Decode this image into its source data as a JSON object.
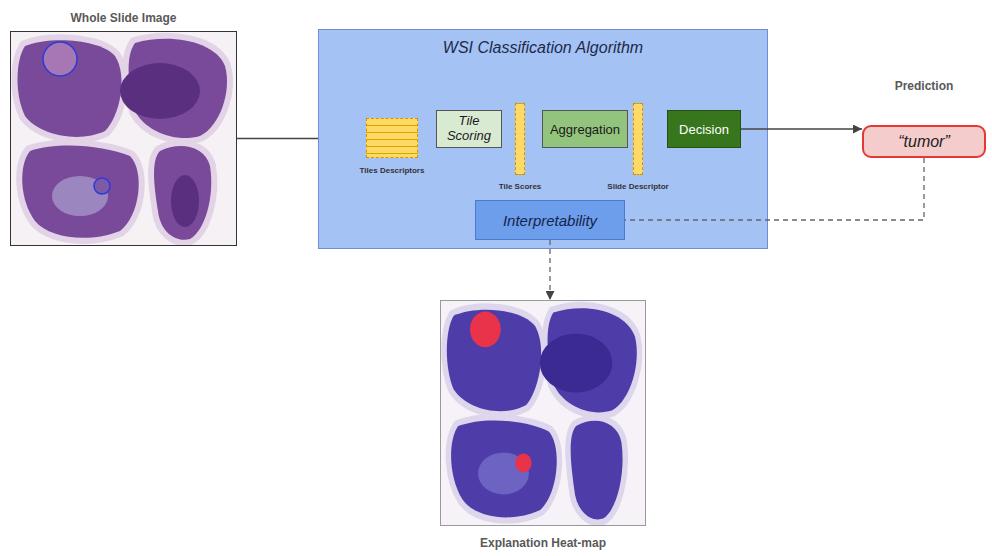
{
  "diagram": {
    "nodes": [
      {
        "text": [
          "Whole Slide Image"
        ]
      },
      {
        "text": [
          "WSI Classification Algorithm"
        ]
      },
      {
        "text": [
          "Tiles Descriptors"
        ],
        "in": 1
      },
      {
        "text": [
          "Tile Scoring"
        ],
        "in": 1
      },
      {
        "text": [
          "Tile Scores"
        ],
        "in": 1
      },
      {
        "text": [
          "Aggregation"
        ],
        "in": 1
      },
      {
        "text": [
          "Slide Descriptor"
        ],
        "in": 1
      },
      {
        "text": [
          "Decision"
        ],
        "in": 1
      },
      {
        "text": [
          "Interpretability"
        ],
        "in": 1
      },
      {
        "text": [
          "Prediction",
          "“tumor”"
        ]
      },
      {
        "text": [
          "Explanation Heat-map"
        ]
      }
    ],
    "edges": [
      {
        "from": 0,
        "to": 1,
        "arrow": "none"
      },
      {
        "from": 7,
        "to": 9,
        "arrow": "to"
      },
      {
        "from": 9,
        "to": 8,
        "arrow": "none"
      },
      {
        "from": 8,
        "to": 10,
        "arrow": "to"
      }
    ]
  }
}
